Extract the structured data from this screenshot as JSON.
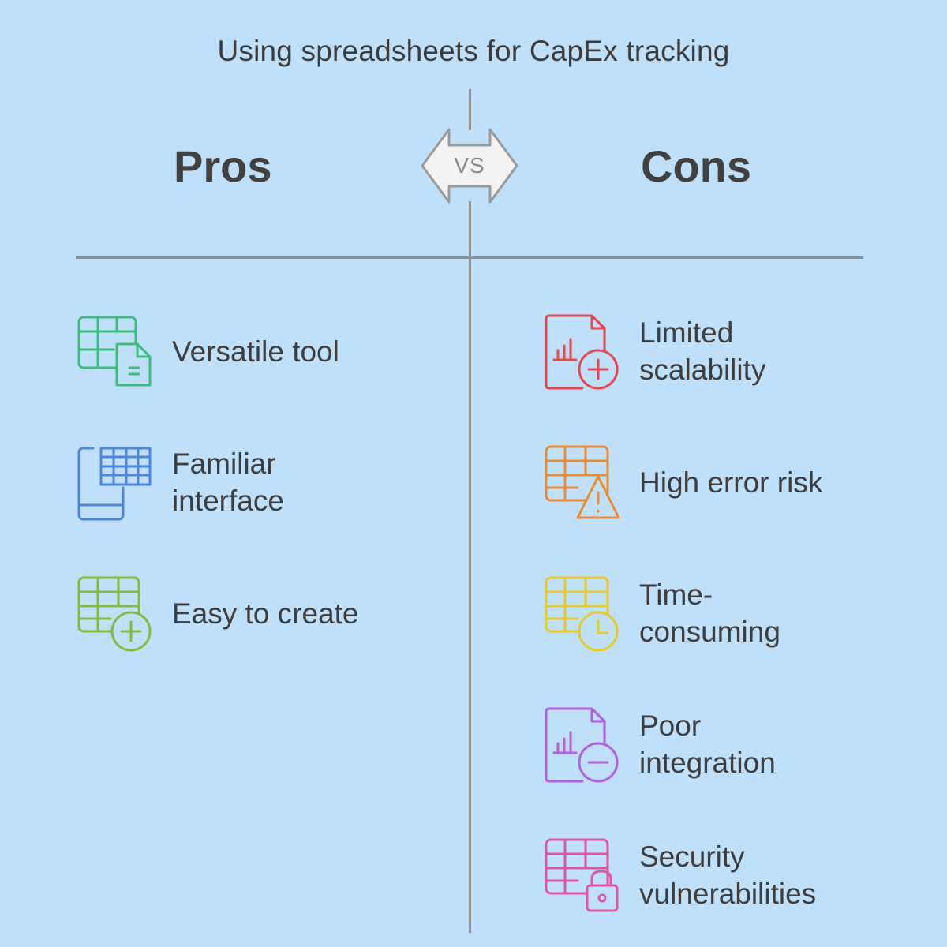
{
  "title": "Using spreadsheets for CapEx tracking",
  "pros_heading": "Pros",
  "cons_heading": "Cons",
  "vs_label": "VS",
  "pros": [
    {
      "label": "Versatile tool",
      "icon": "spreadsheet-document-icon",
      "color": "#3dbd7d"
    },
    {
      "label": "Familiar\ninterface",
      "icon": "tablet-spreadsheet-icon",
      "color": "#4a86e0"
    },
    {
      "label": "Easy to create",
      "icon": "spreadsheet-add-icon",
      "color": "#86ba3a"
    }
  ],
  "cons": [
    {
      "label": "Limited\nscalability",
      "icon": "chart-file-add-icon",
      "color": "#e5484d"
    },
    {
      "label": "High error risk",
      "icon": "spreadsheet-warning-icon",
      "color": "#ea8a36"
    },
    {
      "label": "Time-\nconsuming",
      "icon": "spreadsheet-clock-icon",
      "color": "#e6cc22"
    },
    {
      "label": "Poor\nintegration",
      "icon": "chart-file-remove-icon",
      "color": "#b45ee0"
    },
    {
      "label": "Security\nvulnerabilities",
      "icon": "spreadsheet-lock-icon",
      "color": "#e0559e"
    }
  ]
}
